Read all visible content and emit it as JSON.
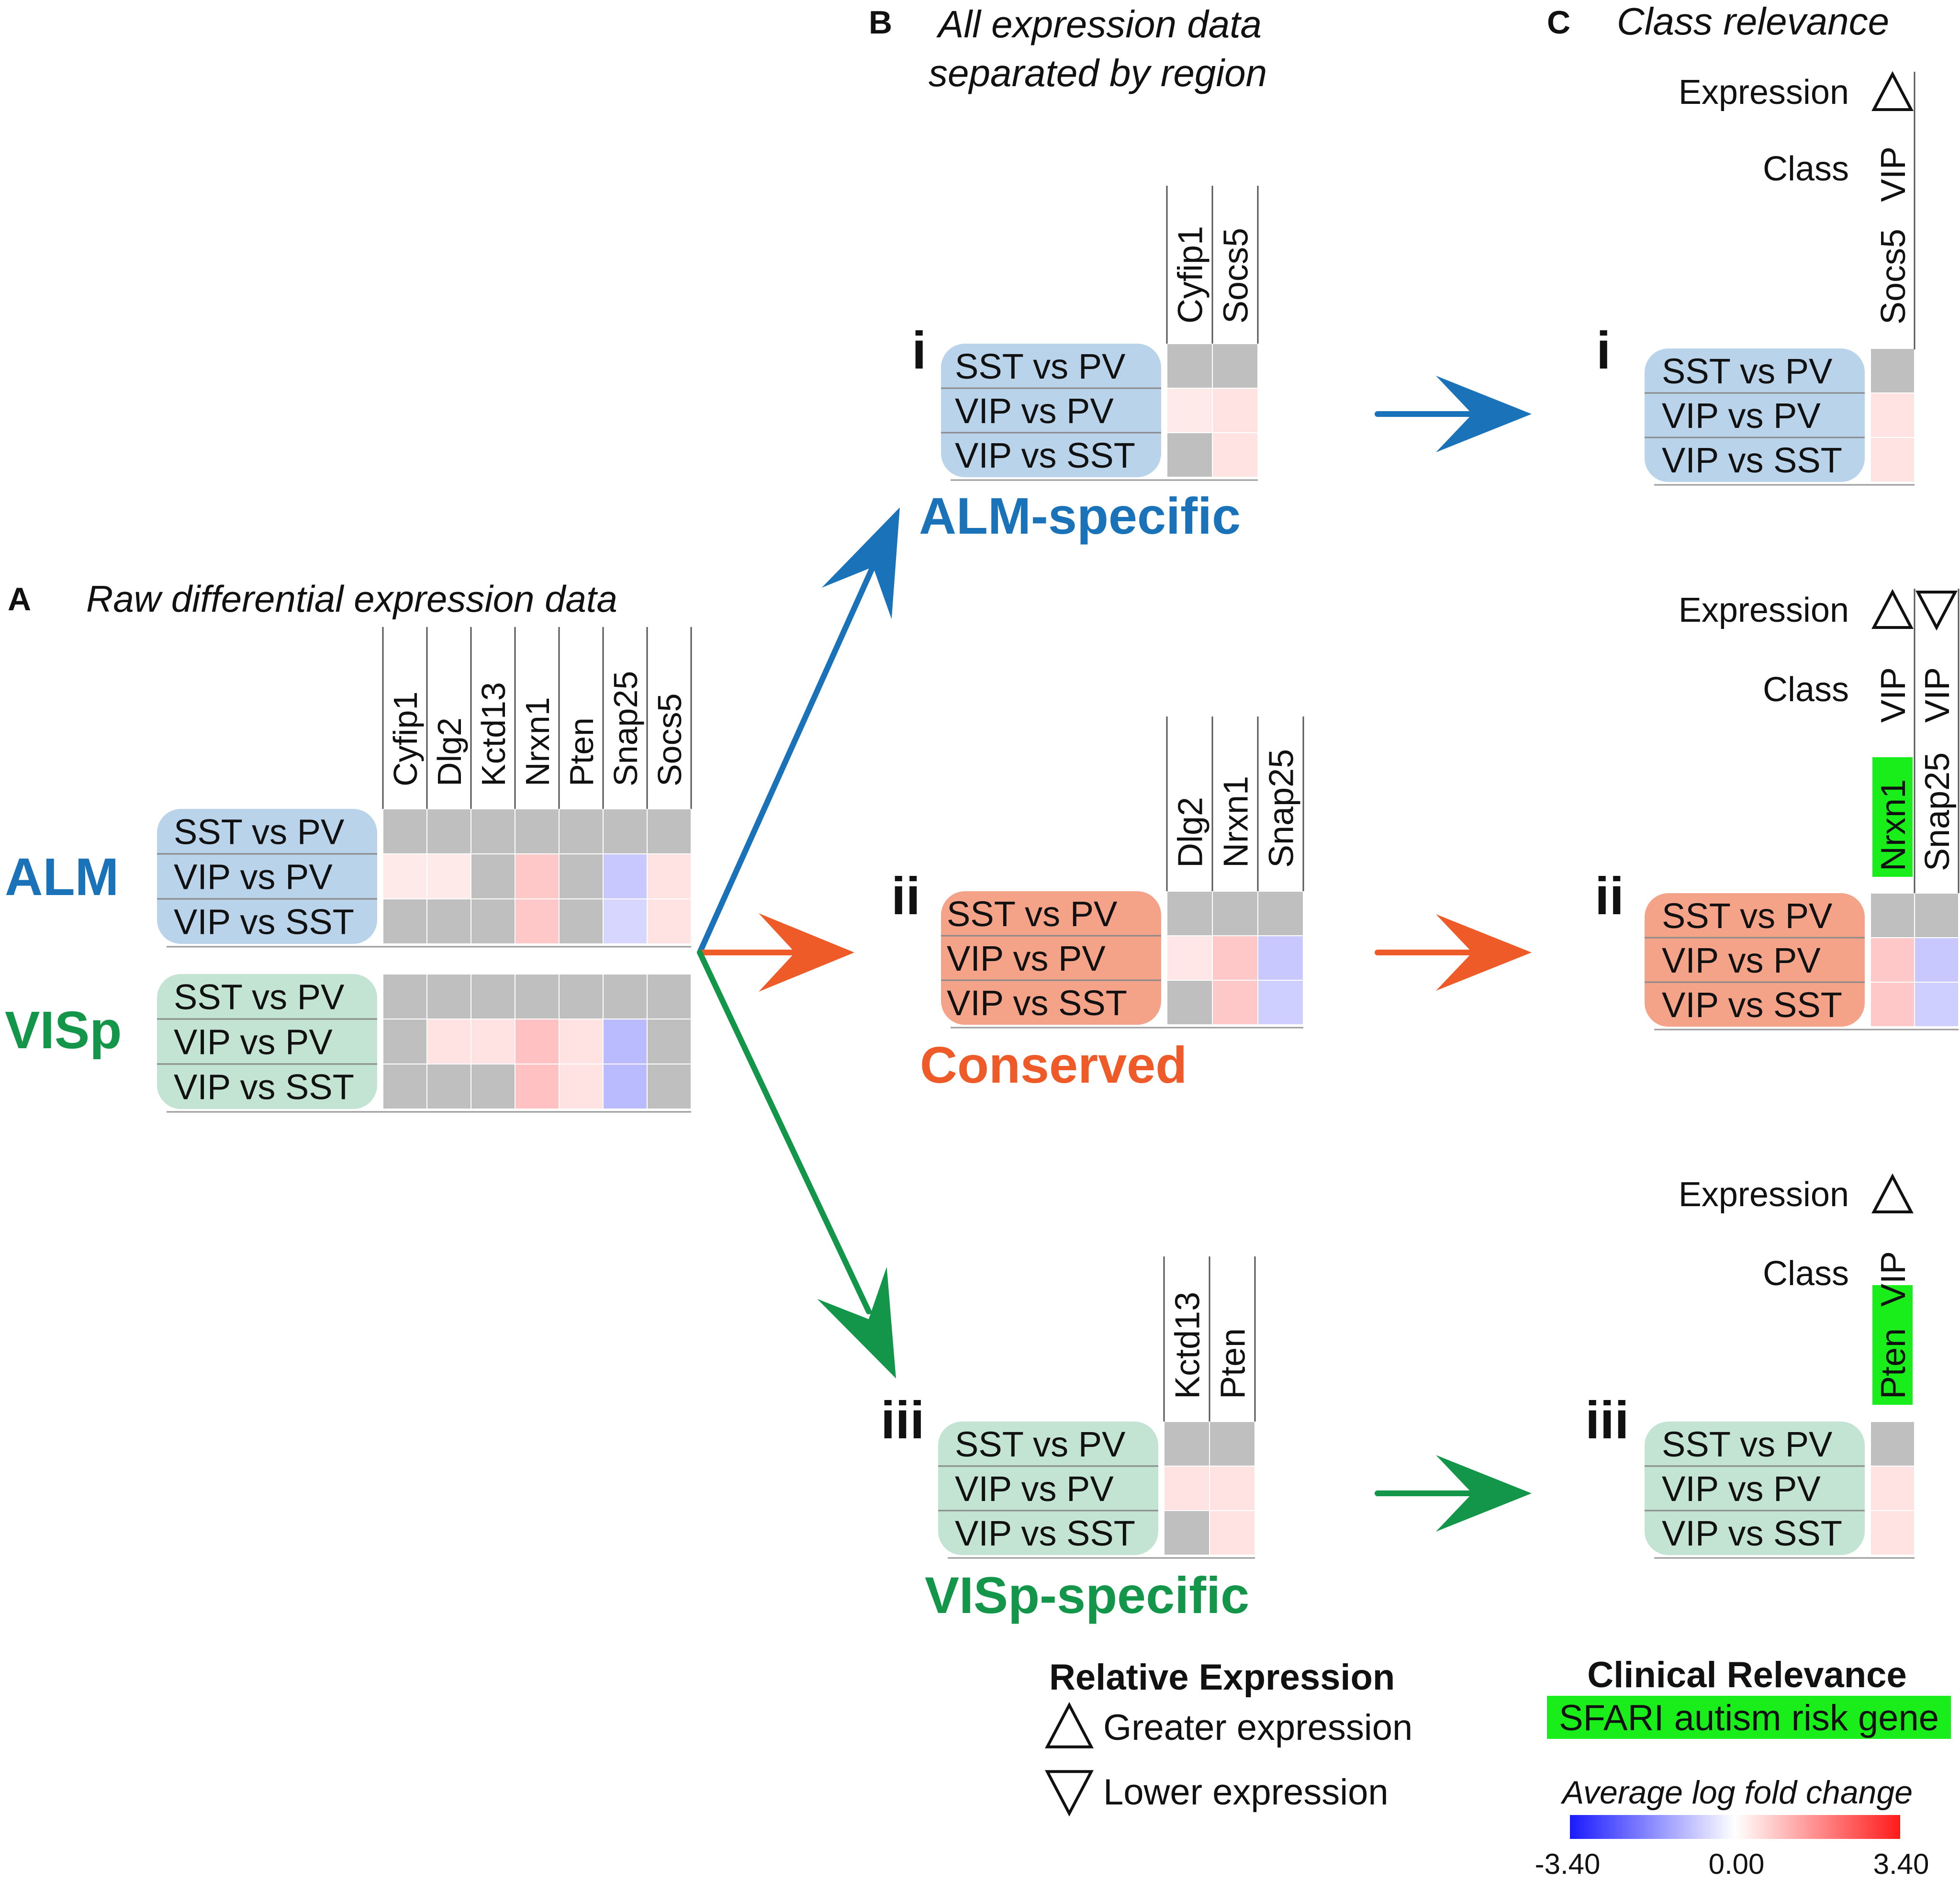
{
  "panels": {
    "a": {
      "letter": "A",
      "title": "Raw differential expression data"
    },
    "b": {
      "letter": "B",
      "title_line1": "All expression data",
      "title_line2": "separated by region"
    },
    "c": {
      "letter": "C",
      "title": "Class relevance"
    }
  },
  "regions": {
    "alm": "ALM",
    "visp": "VISp"
  },
  "comparisons": [
    "SST vs PV",
    "VIP vs PV",
    "VIP vs SST"
  ],
  "genes": [
    "Cyfip1",
    "Dlg2",
    "Kctd13",
    "Nrxn1",
    "Pten",
    "Snap25",
    "Socs5"
  ],
  "category_labels": {
    "alm_specific": "ALM-specific",
    "conserved": "Conserved",
    "visp_specific": "VISp-specific"
  },
  "roman": {
    "i": "i",
    "ii": "ii",
    "iii": "iii"
  },
  "relevance": {
    "expression_label": "Expression",
    "class_label": "Class",
    "class_value": "VIP"
  },
  "legend": {
    "relative_title": "Relative Expression",
    "greater": "Greater expression",
    "lower": "Lower expression",
    "clinical_title": "Clinical Relevance",
    "sfari": "SFARI autism risk gene",
    "scale_title": "Average log fold change",
    "min": "-3.40",
    "mid": "0.00",
    "max": "3.40"
  },
  "colors": {
    "alm": "#1a72b8",
    "visp": "#14964a",
    "conserved": "#ee5a28",
    "alm_box": "#b9d3ea",
    "visp_box": "#c3e4d3",
    "conserved_box": "#f4a389",
    "na_cell": "#bfbfbf",
    "sfari": "#1aee1a"
  },
  "heatmaps": {
    "alm_raw": {
      "genes": [
        "Cyfip1",
        "Dlg2",
        "Kctd13",
        "Nrxn1",
        "Pten",
        "Snap25",
        "Socs5"
      ],
      "values": [
        [
          null,
          null,
          null,
          null,
          null,
          null,
          null
        ],
        [
          0.3,
          0.3,
          null,
          0.8,
          null,
          -0.8,
          0.4
        ],
        [
          null,
          null,
          null,
          0.8,
          null,
          -0.6,
          0.4
        ]
      ]
    },
    "visp_raw": {
      "genes": [
        "Cyfip1",
        "Dlg2",
        "Kctd13",
        "Nrxn1",
        "Pten",
        "Snap25",
        "Socs5"
      ],
      "values": [
        [
          null,
          null,
          null,
          null,
          null,
          null,
          null
        ],
        [
          null,
          0.4,
          0.4,
          0.9,
          0.4,
          -1.0,
          null
        ],
        [
          null,
          null,
          null,
          0.9,
          0.4,
          -1.0,
          null
        ]
      ]
    },
    "b_alm": {
      "genes": [
        "Cyfip1",
        "Socs5"
      ],
      "values": [
        [
          null,
          null
        ],
        [
          0.3,
          0.4
        ],
        [
          null,
          0.4
        ]
      ]
    },
    "b_cons": {
      "genes": [
        "Dlg2",
        "Nrxn1",
        "Snap25"
      ],
      "values": [
        [
          null,
          null,
          null
        ],
        [
          0.35,
          0.8,
          -0.8
        ],
        [
          null,
          0.8,
          -0.7
        ]
      ]
    },
    "b_visp": {
      "genes": [
        "Kctd13",
        "Pten"
      ],
      "values": [
        [
          null,
          null
        ],
        [
          0.4,
          0.4
        ],
        [
          null,
          0.4
        ]
      ]
    },
    "c_alm": {
      "genes": [
        "Socs5"
      ],
      "sfari": [
        false
      ],
      "classes": [
        "VIP"
      ],
      "expression": [
        "up"
      ],
      "values": [
        [
          null
        ],
        [
          0.4
        ],
        [
          0.4
        ]
      ]
    },
    "c_cons": {
      "genes": [
        "Nrxn1",
        "Snap25"
      ],
      "sfari": [
        true,
        false
      ],
      "classes": [
        "VIP",
        "VIP"
      ],
      "expression": [
        "up",
        "down"
      ],
      "values": [
        [
          null,
          null
        ],
        [
          0.8,
          -0.8
        ],
        [
          0.8,
          -0.7
        ]
      ]
    },
    "c_visp": {
      "genes": [
        "Pten"
      ],
      "sfari": [
        true
      ],
      "classes": [
        "VIP"
      ],
      "expression": [
        "up"
      ],
      "values": [
        [
          null
        ],
        [
          0.4
        ],
        [
          0.4
        ]
      ]
    }
  }
}
